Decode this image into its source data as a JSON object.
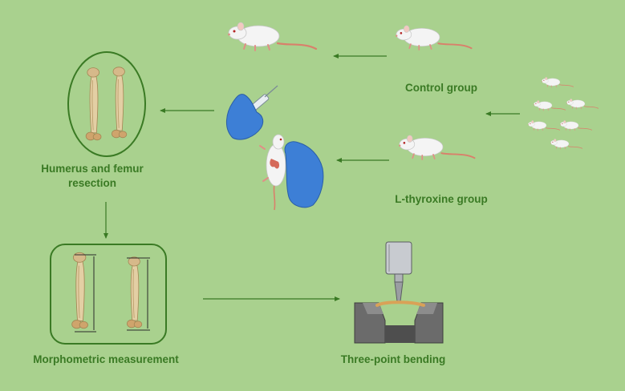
{
  "labels": {
    "control_group": "Control group",
    "thyroxine_group": "L-thyroxine group",
    "resection": "Humerus and femur resection",
    "morphometric": "Morphometric measurement",
    "bending": "Three-point bending"
  },
  "colors": {
    "background": "#a9d18e",
    "label_text": "#3a7a24",
    "arrow": "#3a7a24",
    "frame": "#3a7a24",
    "rat_body": "#f4f4f4",
    "rat_tail": "#d9806b",
    "glove": "#3d7fd6",
    "bone": "#e3cfa4",
    "machine": "#6b6b6b"
  },
  "icons": [
    "rat-icon",
    "rat-group-icon",
    "syringe-icon",
    "glove-icon",
    "bone-icon",
    "bending-machine-icon"
  ]
}
